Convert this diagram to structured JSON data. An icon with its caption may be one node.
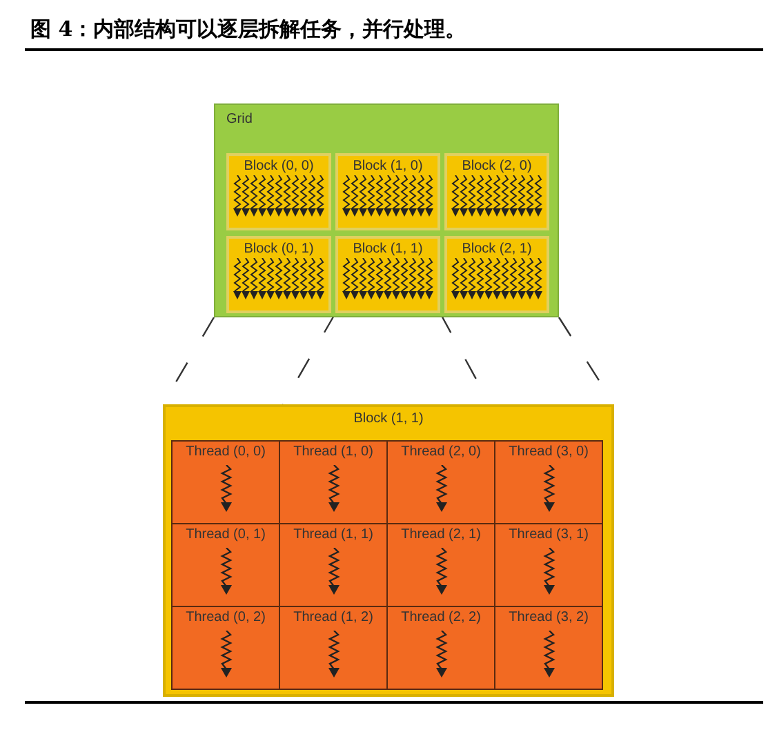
{
  "diagram": {
    "title": "图 4：内部结构可以逐层拆解任务，并行处理。",
    "nodes": [
      {
        "text": [
          "Grid"
        ]
      },
      {
        "text": [
          "Block (0, 0)"
        ],
        "in": 0
      },
      {
        "text": [
          "Block (1, 0)"
        ],
        "in": 0
      },
      {
        "text": [
          "Block (2, 0)"
        ],
        "in": 0
      },
      {
        "text": [
          "Block (0, 1)"
        ],
        "in": 0
      },
      {
        "text": [
          "Block (1, 1)"
        ],
        "in": 0
      },
      {
        "text": [
          "Block (2, 1)"
        ],
        "in": 0
      },
      {
        "text": [
          "Block (1, 1)"
        ]
      },
      {
        "text": [
          "Thread (0, 0)"
        ],
        "in": 7
      },
      {
        "text": [
          "Thread (1, 0)"
        ],
        "in": 7
      },
      {
        "text": [
          "Thread (2, 0)"
        ],
        "in": 7
      },
      {
        "text": [
          "Thread (3, 0)"
        ],
        "in": 7
      },
      {
        "text": [
          "Thread (0, 1)"
        ],
        "in": 7
      },
      {
        "text": [
          "Thread (1, 1)"
        ],
        "in": 7
      },
      {
        "text": [
          "Thread (2, 1)"
        ],
        "in": 7
      },
      {
        "text": [
          "Thread (3, 1)"
        ],
        "in": 7
      },
      {
        "text": [
          "Thread (0, 2)"
        ],
        "in": 7
      },
      {
        "text": [
          "Thread (1, 2)"
        ],
        "in": 7
      },
      {
        "text": [
          "Thread (2, 2)"
        ],
        "in": 7
      },
      {
        "text": [
          "Thread (3, 2)"
        ],
        "in": 7
      }
    ],
    "edges": [
      {
        "from": 0,
        "to": 7,
        "arrow": "none",
        "style": "dashed"
      },
      {
        "from": 5,
        "to": 7,
        "arrow": "none",
        "style": "dashed"
      },
      {
        "from": 5,
        "to": 7,
        "arrow": "none",
        "style": "dashed"
      },
      {
        "from": 0,
        "to": 7,
        "arrow": "none",
        "style": "dashed"
      }
    ]
  }
}
